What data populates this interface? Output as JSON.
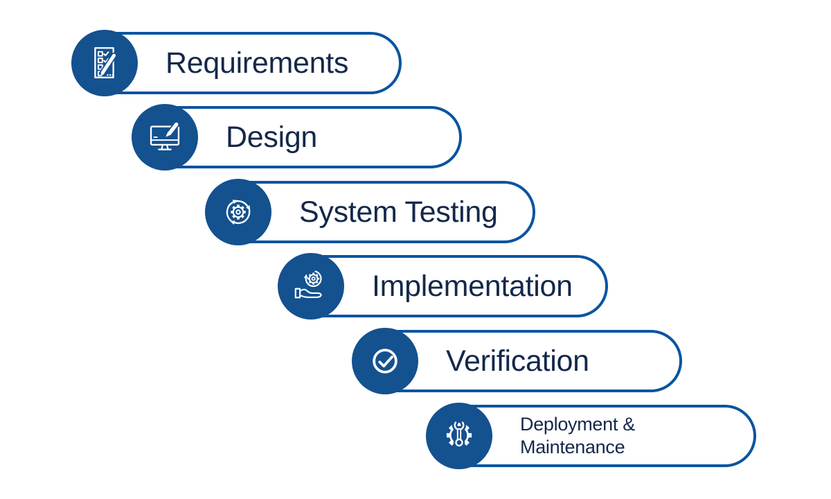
{
  "diagram": {
    "kind": "waterfall-process-steps",
    "steps": [
      {
        "label": "Requirements",
        "icon": "requirements-checklist-icon"
      },
      {
        "label": "Design",
        "icon": "design-monitor-paintbrush-icon"
      },
      {
        "label": "System Testing",
        "icon": "testing-cycle-gear-icon"
      },
      {
        "label": "Implementation",
        "icon": "implementation-hand-gear-icon"
      },
      {
        "label": "Verification",
        "icon": "verification-check-icon"
      },
      {
        "label": "Deployment & Maintenance",
        "icon": "maintenance-gear-wrench-icon"
      }
    ]
  },
  "colors": {
    "circle_blue": "#14518F",
    "border_blue": "#0A54A0",
    "text_navy": "#14284A",
    "background": "#FFFFFF"
  }
}
